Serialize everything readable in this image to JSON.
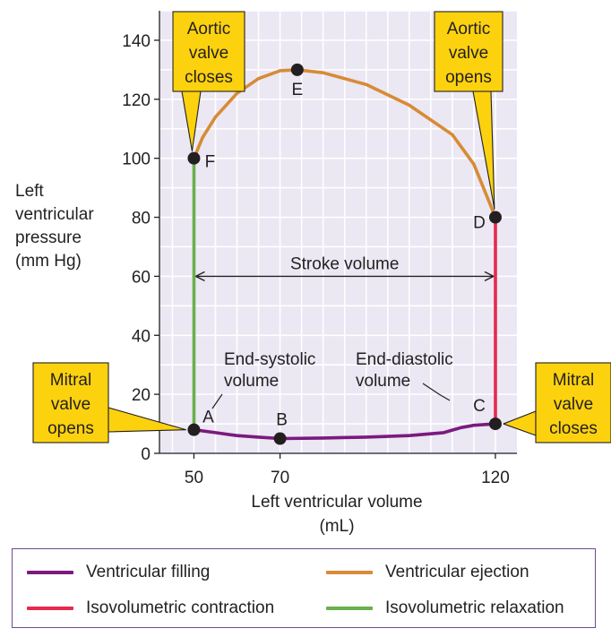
{
  "chart_data": {
    "type": "line",
    "title": "",
    "xlabel": "Left ventricular volume (mL)",
    "xlabel_lines": [
      "Left ventricular volume",
      "(mL)"
    ],
    "ylabel": "Left ventricular pressure (mm Hg)",
    "ylabel_lines": [
      "Left",
      "ventricular",
      "pressure",
      "(mm Hg)"
    ],
    "xlim": [
      42,
      125
    ],
    "ylim": [
      0,
      150
    ],
    "x_ticks": [
      50,
      70,
      120
    ],
    "y_ticks": [
      0,
      20,
      40,
      60,
      80,
      100,
      120,
      140
    ],
    "grid": true,
    "grid_color": "#ffffff",
    "plot_background": "#ebe7f3",
    "points": [
      {
        "label": "A",
        "x": 50,
        "y": 8
      },
      {
        "label": "B",
        "x": 70,
        "y": 5
      },
      {
        "label": "C",
        "x": 120,
        "y": 10
      },
      {
        "label": "D",
        "x": 120,
        "y": 80
      },
      {
        "label": "E",
        "x": 74,
        "y": 130
      },
      {
        "label": "F",
        "x": 50,
        "y": 100
      }
    ],
    "series": [
      {
        "name": "Ventricular filling",
        "color": "#7b1a7e",
        "x": [
          50,
          55,
          60,
          65,
          70,
          80,
          90,
          100,
          108,
          112,
          115,
          120
        ],
        "y": [
          8,
          7,
          6,
          5.5,
          5,
          5.2,
          5.5,
          6,
          7,
          8.7,
          9.5,
          10
        ]
      },
      {
        "name": "Isovolumetric contraction",
        "color": "#e8294e",
        "x": [
          120,
          120
        ],
        "y": [
          10,
          80
        ]
      },
      {
        "name": "Ventricular ejection",
        "color": "#d78b36",
        "x": [
          120,
          115,
          110,
          100,
          90,
          80,
          74,
          70,
          65,
          60,
          55,
          52,
          50
        ],
        "y": [
          80,
          98,
          108,
          118,
          125,
          129,
          130,
          129.7,
          127,
          122,
          114,
          107,
          100
        ]
      },
      {
        "name": "Isovolumetric relaxation",
        "color": "#6ab04c",
        "x": [
          50,
          50
        ],
        "y": [
          100,
          8
        ]
      }
    ],
    "annotations": [
      {
        "id": "stroke",
        "text": "Stroke volume",
        "x_from": 50,
        "x_to": 120,
        "y": 60
      },
      {
        "id": "esv",
        "lines": [
          "End-systolic",
          "volume"
        ]
      },
      {
        "id": "edv",
        "lines": [
          "End-diastolic",
          "volume"
        ]
      }
    ],
    "callouts": [
      {
        "id": "aortic-closes",
        "lines": [
          "Aortic",
          "valve",
          "closes"
        ],
        "target": "F"
      },
      {
        "id": "aortic-opens",
        "lines": [
          "Aortic",
          "valve",
          "opens"
        ],
        "target": "D"
      },
      {
        "id": "mitral-opens",
        "lines": [
          "Mitral",
          "valve",
          "opens"
        ],
        "target": "A"
      },
      {
        "id": "mitral-closes",
        "lines": [
          "Mitral",
          "valve",
          "closes"
        ],
        "target": "C"
      }
    ],
    "callout_color": "#fcd20f",
    "legend": {
      "position": "bottom",
      "items": [
        {
          "label": "Ventricular filling",
          "color": "#7b1a7e"
        },
        {
          "label": "Ventricular ejection",
          "color": "#d78b36"
        },
        {
          "label": "Isovolumetric contraction",
          "color": "#e8294e"
        },
        {
          "label": "Isovolumetric relaxation",
          "color": "#6ab04c"
        }
      ]
    }
  }
}
